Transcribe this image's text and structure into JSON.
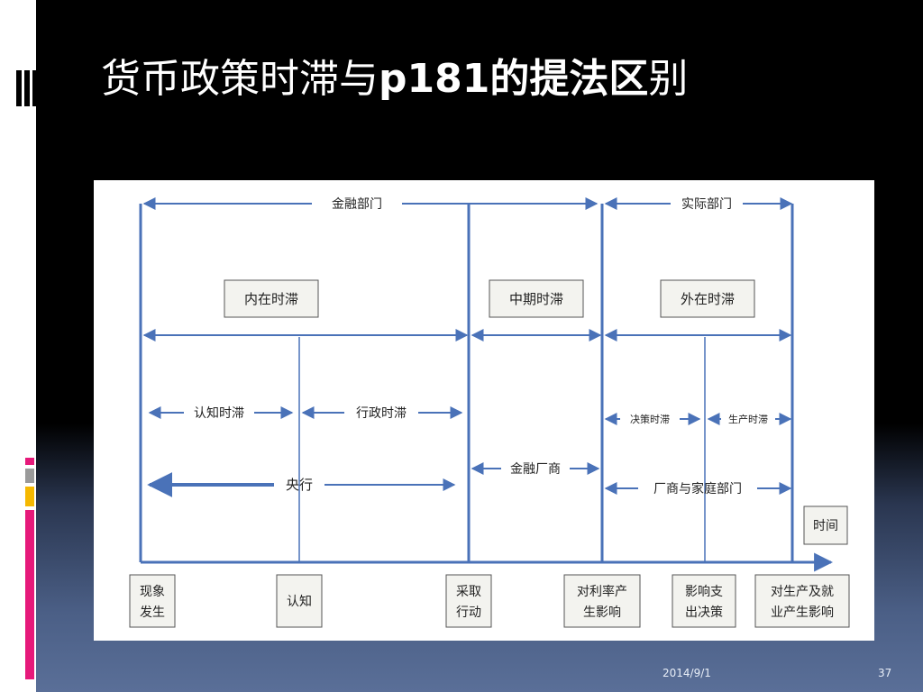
{
  "slide": {
    "title_part1": "货币政策时滞与",
    "title_part2": "p181的提法区",
    "title_part3": "别",
    "date": "2014/9/1",
    "page_number": "37"
  },
  "diagram": {
    "top_left_arrow": "金融部门",
    "top_right_arrow": "实际部门",
    "box_inner": "内在时滞",
    "box_middle": "中期时滞",
    "box_outer": "外在时滞",
    "arrow_recognition": "认知时滞",
    "arrow_administrative": "行政时滞",
    "arrow_decision": "决策时滞",
    "arrow_production": "生产时滞",
    "arrow_central_bank": "央行",
    "arrow_financial_firms": "金融厂商",
    "arrow_households": "厂商与家庭部门",
    "time_label": "时间",
    "events": [
      {
        "line1": "现象",
        "line2": "发生"
      },
      {
        "line1": "认知",
        "line2": ""
      },
      {
        "line1": "采取",
        "line2": "行动"
      },
      {
        "line1": "对利率产",
        "line2": "生影响"
      },
      {
        "line1": "影响支",
        "line2": "出决策"
      },
      {
        "line1": "对生产及就",
        "line2": "业产生影响"
      }
    ]
  },
  "colors": {
    "line": "#4a72b8",
    "box_fill": "#f3f3ef",
    "text": "#222222",
    "accent_pink": "#e6197a",
    "accent_gray": "#9a9a9a",
    "accent_yellow": "#f5b800"
  }
}
